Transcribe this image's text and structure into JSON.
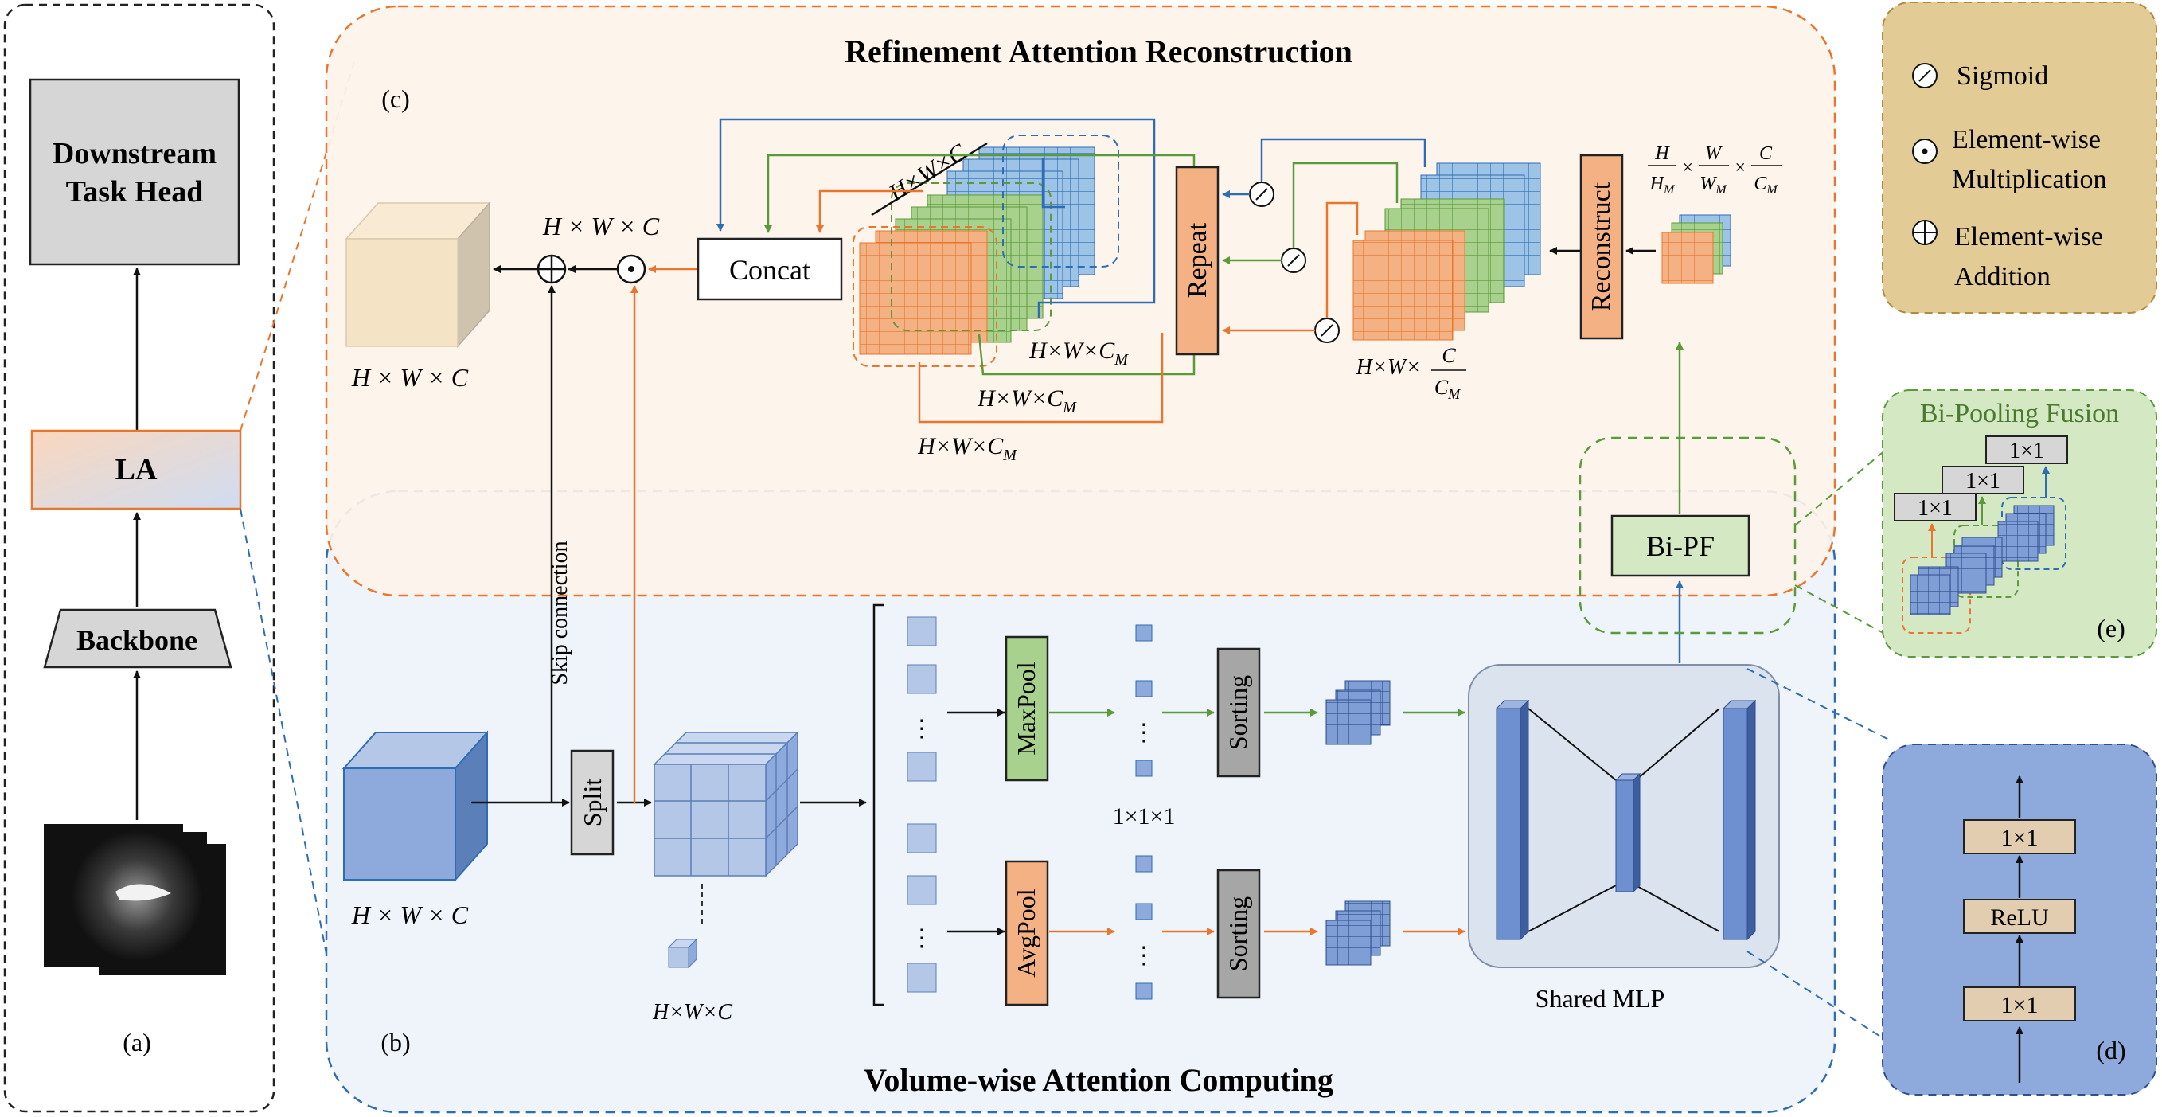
{
  "pipeline": {
    "head_label_1": "Downstream",
    "head_label_2": "Task Head",
    "la_label": "LA",
    "backbone_label": "Backbone",
    "caption": "(a)"
  },
  "refinement": {
    "title": "Refinement Attention Reconstruction",
    "caption": "(c)",
    "concat_label": "Concat",
    "repeat_label": "Repeat",
    "reconstruct_label": "Reconstruct",
    "out_cube_dims": "H × W × C",
    "after_mult_dims": "H × W × C",
    "diag_dims": "H×W×C",
    "hwcm_1": "H×W×C",
    "hwcm_2": "H×W×C",
    "hwcm_3": "H×W×C",
    "sub_m": "M",
    "hw_over": "H×W×",
    "frac_c": "C",
    "frac_cm": "C",
    "recon_frac_h": "H",
    "recon_frac_hm": "H",
    "recon_frac_w": "W",
    "recon_frac_wm": "W",
    "recon_times": "×"
  },
  "volume": {
    "title": "Volume-wise Attention Computing",
    "caption": "(b)",
    "input_dims": "H × W × C",
    "split_label": "Split",
    "skip_label": "Skip connection",
    "subvol_dims": "H×W×C",
    "maxpool_label": "MaxPool",
    "avgpool_label": "AvgPool",
    "sorting_label_top": "Sorting",
    "sorting_label_bottom": "Sorting",
    "unit_dims": "1×1×1",
    "shared_mlp_label": "Shared MLP",
    "bipf_label": "Bi-PF",
    "dots": "⋮"
  },
  "legend": {
    "sigmoid": "Sigmoid",
    "mult_1": "Element-wise",
    "mult_2": "Multiplication",
    "add_1": "Element-wise",
    "add_2": "Addition"
  },
  "bipooling": {
    "title": "Bi-Pooling Fusion",
    "conv_a": "1×1",
    "conv_b": "1×1",
    "conv_c": "1×1",
    "caption": "(e)"
  },
  "mlp_detail": {
    "conv_top": "1×1",
    "relu": "ReLU",
    "conv_bottom": "1×1",
    "caption": "(d)"
  },
  "colors": {
    "orange": "#E8762C",
    "green": "#5A9A3A",
    "blue": "#2E6DB4",
    "legend_bg": "#E2CB95",
    "bipf_bg": "#D5E8C4",
    "mlp_detail_bg": "#8EA9DB",
    "refinement_bg": "#FDF3EA",
    "volume_bg": "#EEF4FA"
  }
}
